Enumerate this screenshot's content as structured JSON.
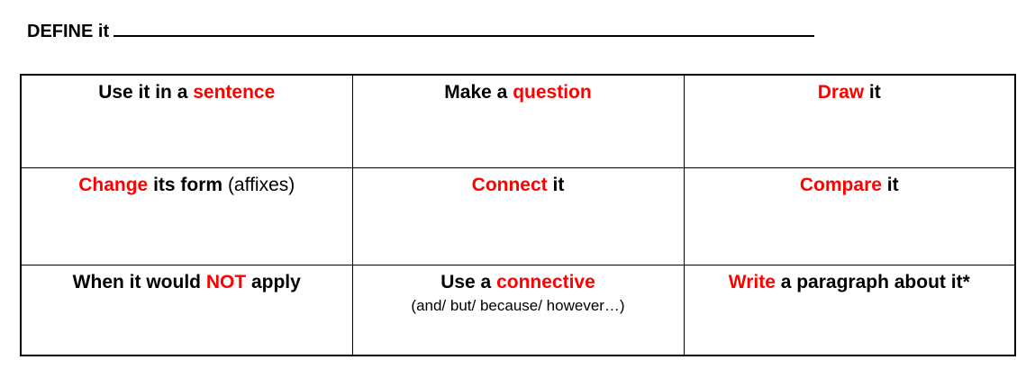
{
  "header": {
    "label": "DEFINE it"
  },
  "colors": {
    "accent_red": "#ff0000",
    "text": "#000000",
    "border": "#000000",
    "background": "#ffffff"
  },
  "grid": {
    "rows": 3,
    "columns": 3,
    "cells": [
      {
        "segments": [
          {
            "text": "Use it in a ",
            "red": false
          },
          {
            "text": "sentence",
            "red": true
          }
        ]
      },
      {
        "segments": [
          {
            "text": "Make a ",
            "red": false
          },
          {
            "text": "question",
            "red": true
          }
        ]
      },
      {
        "segments": [
          {
            "text": "Draw",
            "red": true
          },
          {
            "text": " it",
            "red": false
          }
        ]
      },
      {
        "segments": [
          {
            "text": "Change",
            "red": true
          },
          {
            "text": " its form ",
            "red": false
          },
          {
            "text": "(affixes)",
            "red": false,
            "regular": true
          }
        ]
      },
      {
        "segments": [
          {
            "text": "Connect",
            "red": true
          },
          {
            "text": " it",
            "red": false
          }
        ]
      },
      {
        "segments": [
          {
            "text": "Compare",
            "red": true
          },
          {
            "text": " it",
            "red": false
          }
        ]
      },
      {
        "segments": [
          {
            "text": "When it would ",
            "red": false
          },
          {
            "text": "NOT",
            "red": true
          },
          {
            "text": " apply",
            "red": false
          }
        ]
      },
      {
        "segments": [
          {
            "text": "Use a ",
            "red": false
          },
          {
            "text": "connective",
            "red": true
          }
        ],
        "note": "(and/ but/ because/ however…)"
      },
      {
        "segments": [
          {
            "text": "Write",
            "red": true
          },
          {
            "text": " a paragraph about it*",
            "red": false
          }
        ]
      }
    ]
  }
}
